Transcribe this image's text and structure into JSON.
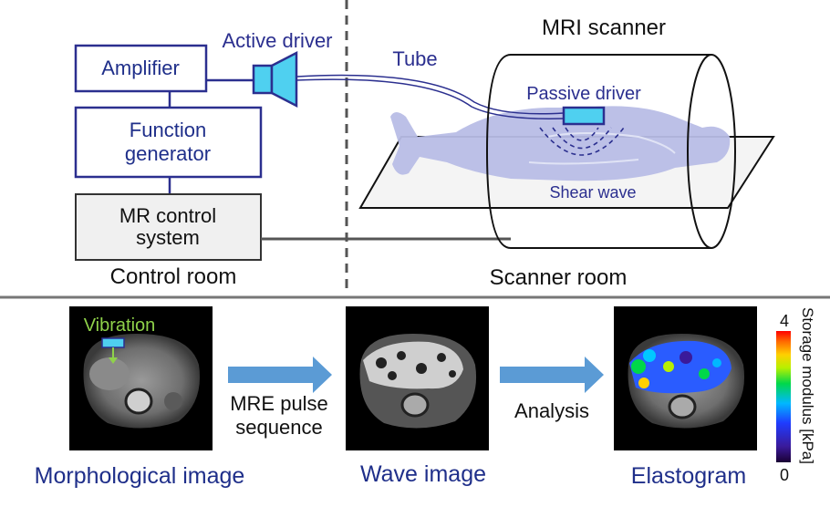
{
  "control_room": {
    "amplifier": "Amplifier",
    "function_generator_line1": "Function",
    "function_generator_line2": "generator",
    "mr_control_line1": "MR control",
    "mr_control_line2": "system",
    "room_label": "Control room"
  },
  "scanner_room": {
    "active_driver": "Active driver",
    "tube": "Tube",
    "mri_scanner": "MRI scanner",
    "passive_driver": "Passive driver",
    "shear_wave": "Shear wave",
    "room_label": "Scanner room"
  },
  "pipeline": {
    "vibration": "Vibration",
    "arrow1_line1": "MRE pulse",
    "arrow1_line2": "sequence",
    "arrow2": "Analysis",
    "morphological": "Morphological image",
    "wave": "Wave image",
    "elastogram": "Elastogram"
  },
  "colorbar": {
    "max": "4",
    "min": "0",
    "label": "Storage modulus [kPa]"
  },
  "colors": {
    "box_stroke": "#2b2f8f",
    "label_blue": "#1f2f8a",
    "driver_fill": "#4fd0f0",
    "body_fill": "#b8bde6",
    "vibration_green": "#8fd24a",
    "arrow_fill": "#5b9bd5"
  }
}
